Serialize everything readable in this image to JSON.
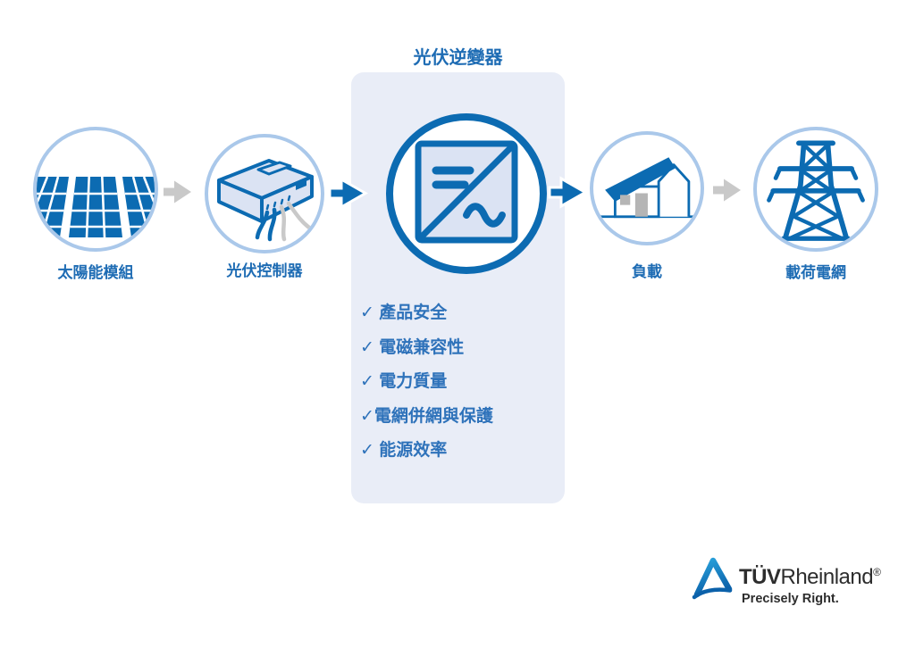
{
  "colors": {
    "primary_blue": "#0c6bb2",
    "ring_light_blue": "#aac8ea",
    "panel_background": "#e9edf7",
    "icon_light_fill": "#dbe3f3",
    "arrow_gray": "#c9c9c9",
    "detail_gray": "#b5b5b5",
    "label_blue": "#1e6cb4",
    "checklist_blue": "#2e72ba",
    "logo_text_dark": "#2d2d2d",
    "logo_triangle_top": "#2aa3dc",
    "logo_triangle_bottom": "#0b61aa"
  },
  "flow": {
    "panel_title": "光伏逆變器",
    "nodes": [
      {
        "id": "solar-modules",
        "label": "太陽能模組",
        "icon": "solar-panels-icon"
      },
      {
        "id": "pv-controller",
        "label": "光伏控制器",
        "icon": "controller-box-icon"
      },
      {
        "id": "pv-inverter",
        "label": "光伏逆變器",
        "icon": "inverter-icon"
      },
      {
        "id": "load",
        "label": "負載",
        "icon": "house-icon"
      },
      {
        "id": "grid",
        "label": "載荷電網",
        "icon": "transmission-tower-icon"
      }
    ],
    "checklist": [
      "✓ 產品安全",
      "✓ 電磁兼容性",
      "✓ 電力質量",
      "✓電網併網與保護",
      "✓ 能源效率"
    ]
  },
  "logo": {
    "brand_bold": "TÜV",
    "brand_regular": "Rheinland",
    "registered": "®",
    "tagline": "Precisely Right."
  }
}
